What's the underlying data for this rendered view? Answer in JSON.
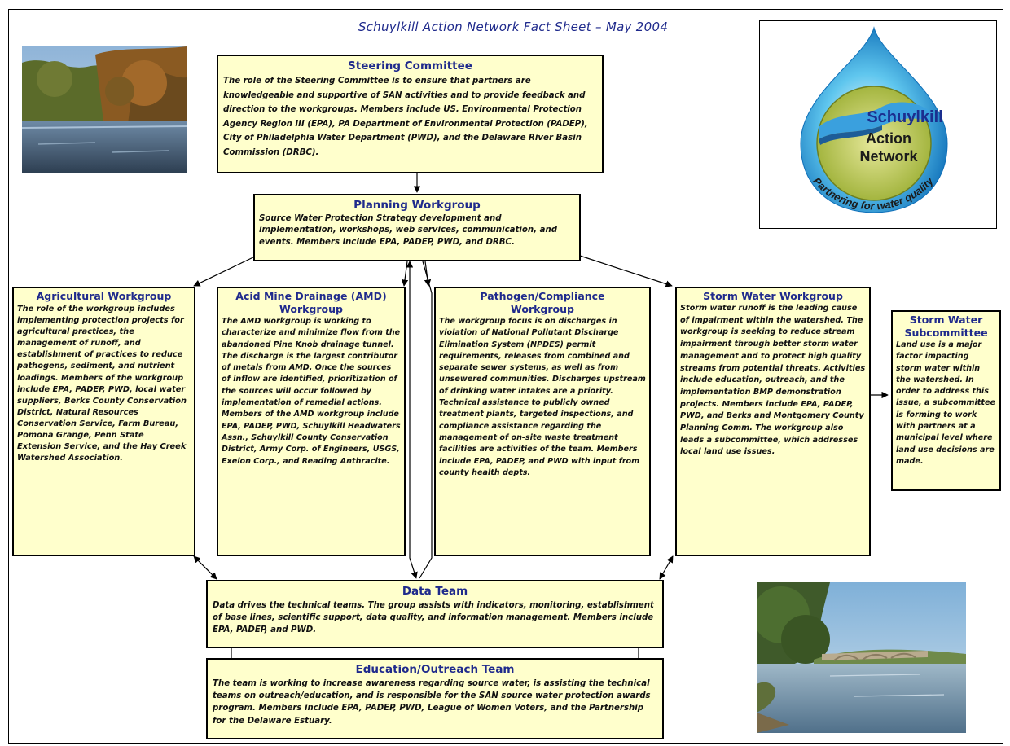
{
  "page": {
    "title": "Schuylkill Action Network Fact Sheet – May 2004"
  },
  "logo": {
    "line1": "Schuylkill",
    "line2": "Action",
    "line3": "Network",
    "tagline": "Partnering for water quality"
  },
  "colors": {
    "box_fill": "#ffffcc",
    "title_blue": "#1f2a8c",
    "border": "#000000"
  },
  "steering": {
    "title": "Steering Committee",
    "body": "The role of the Steering Committee is to ensure that partners are knowledgeable and supportive of SAN activities and to provide feedback and direction to the workgroups. Members include US. Environmental Protection Agency Region III (EPA), PA Department of Environmental Protection (PADEP), City of Philadelphia Water Department (PWD), and the Delaware River Basin Commission (DRBC)."
  },
  "planning": {
    "title": "Planning Workgroup",
    "body": "Source Water Protection Strategy development and implementation, workshops, web services, communication, and events. Members include EPA, PADEP, PWD, and DRBC."
  },
  "agricultural": {
    "title": "Agricultural Workgroup",
    "body": "The role of the workgroup includes implementing protection projects for agricultural practices, the management of runoff, and establishment of practices to reduce pathogens, sediment, and nutrient loadings. Members of the workgroup include EPA, PADEP, PWD, local water suppliers, Berks County Conservation District, Natural Resources Conservation Service, Farm Bureau, Pomona Grange, Penn State Extension Service, and the Hay Creek Watershed Association."
  },
  "amd": {
    "title": "Acid Mine Drainage (AMD) Workgroup",
    "body": "The AMD workgroup is working to characterize and minimize flow from the abandoned Pine Knob drainage tunnel. The discharge is the largest contributor of metals from AMD. Once the sources of inflow are identified, prioritization of the sources will occur followed by implementation of remedial actions. Members of the AMD workgroup include EPA, PADEP, PWD, Schuylkill Headwaters Assn., Schuylkill County Conservation District, Army Corp. of Engineers, USGS, Exelon Corp., and Reading Anthracite."
  },
  "pathogen": {
    "title": "Pathogen/Compliance Workgroup",
    "body": "The workgroup focus is on discharges in violation of National Pollutant Discharge Elimination System (NPDES) permit requirements, releases from combined and separate sewer systems, as well as from unsewered communities. Discharges upstream of drinking water intakes are a priority.  Technical assistance to publicly owned treatment plants, targeted inspections, and compliance assistance regarding the management of on-site waste treatment facilities are activities of the team. Members include EPA, PADEP, and PWD with input from county health depts."
  },
  "stormwater": {
    "title": "Storm Water Workgroup",
    "body": "Storm water runoff is the leading cause of impairment within the watershed. The workgroup is seeking to reduce stream impairment through better storm water management and to protect high quality streams from potential threats. Activities include education, outreach, and the implementation BMP demonstration projects. Members include EPA, PADEP, PWD, and Berks and Montgomery County Planning Comm. The workgroup also leads a subcommittee, which addresses local land use issues."
  },
  "subcommittee": {
    "title": "Storm Water Subcommittee",
    "body": "Land use is a major factor impacting storm water within the watershed. In order to address this issue, a subcommittee is forming to work with partners at a municipal level where land use decisions are made."
  },
  "data_team": {
    "title": "Data Team",
    "body": "Data drives the technical teams.  The group assists with indicators, monitoring, establishment of base lines, scientific support, data quality, and information management.  Members include EPA, PADEP, and PWD."
  },
  "education": {
    "title": "Education/Outreach Team",
    "body": "The team is working to increase awareness regarding source water, is assisting the technical teams on outreach/education, and is responsible for the SAN source water protection awards program. Members include EPA, PADEP, PWD, League of Women Voters, and the Partnership for the Delaware Estuary."
  }
}
